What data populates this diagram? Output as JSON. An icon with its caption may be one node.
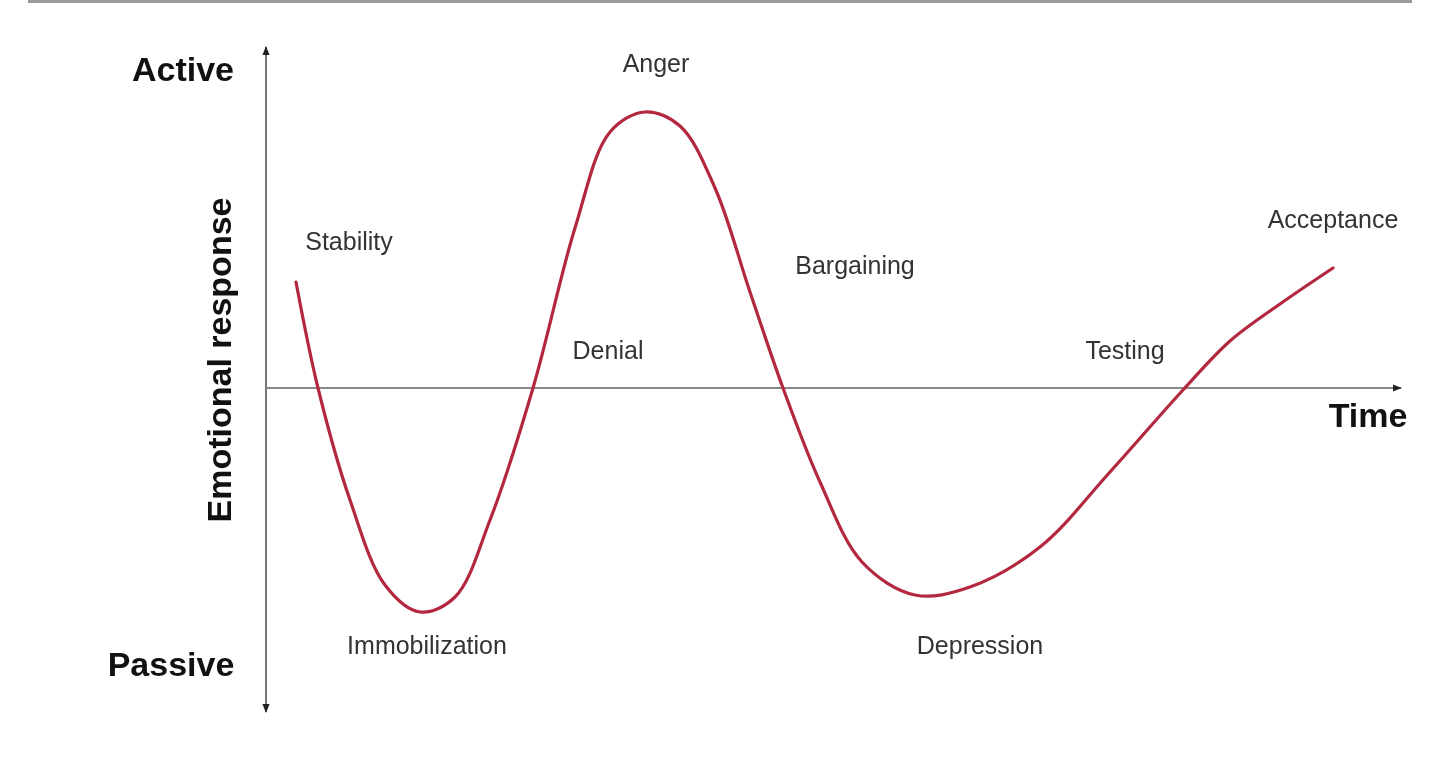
{
  "diagram": {
    "labels": [
      "Active",
      "Anger",
      "Acceptance",
      "Stability",
      "Bargaining",
      "Emotional response",
      "Denial",
      "Testing",
      "Time",
      "Passive",
      "Immobilization",
      "Depression"
    ]
  }
}
